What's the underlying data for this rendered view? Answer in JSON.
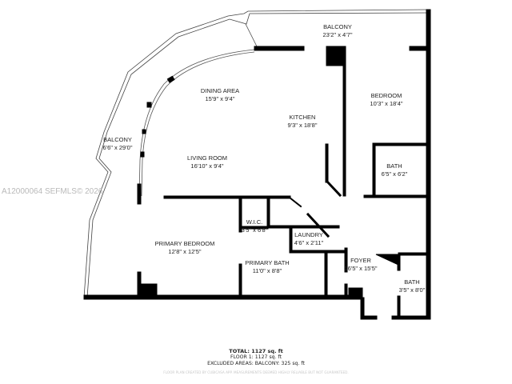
{
  "watermark": "A12000064  SEFMLS© 2026",
  "rooms": [
    {
      "name": "BALCONY",
      "dims": "23'2\" x 4'7\""
    },
    {
      "name": "DINING AREA",
      "dims": "15'9\" x 9'4\""
    },
    {
      "name": "KITCHEN",
      "dims": "9'3\" x 18'8\""
    },
    {
      "name": "BEDROOM",
      "dims": "10'3\" x 18'4\""
    },
    {
      "name": "BALCONY",
      "dims": "6'6\" x 29'0\""
    },
    {
      "name": "LIVING ROOM",
      "dims": "16'10\" x 9'4\""
    },
    {
      "name": "BATH",
      "dims": "6'5\" x 6'2\""
    },
    {
      "name": "W.I.C.",
      "dims": "3'5\" x 6'8\""
    },
    {
      "name": "LAUNDRY",
      "dims": "4'6\" x 2'11\""
    },
    {
      "name": "PRIMARY BEDROOM",
      "dims": "12'8\" x 12'5\""
    },
    {
      "name": "PRIMARY BATH",
      "dims": "11'0\" x 8'8\""
    },
    {
      "name": "FOYER",
      "dims": "16'5\" x 15'5\""
    },
    {
      "name": "BATH",
      "dims": "3'5\" x 8'0\""
    }
  ],
  "summary": {
    "total": "TOTAL: 1127 sq. ft",
    "floor": "FLOOR 1: 1127 sq. ft",
    "excluded": "EXCLUDED AREAS: BALCONY: 325 sq. ft",
    "disclaimer": "FLOOR PLAN CREATED BY CUBICASA APP. MEASUREMENTS DEEMED HIGHLY RELIABLE BUT NOT GUARANTEED."
  }
}
